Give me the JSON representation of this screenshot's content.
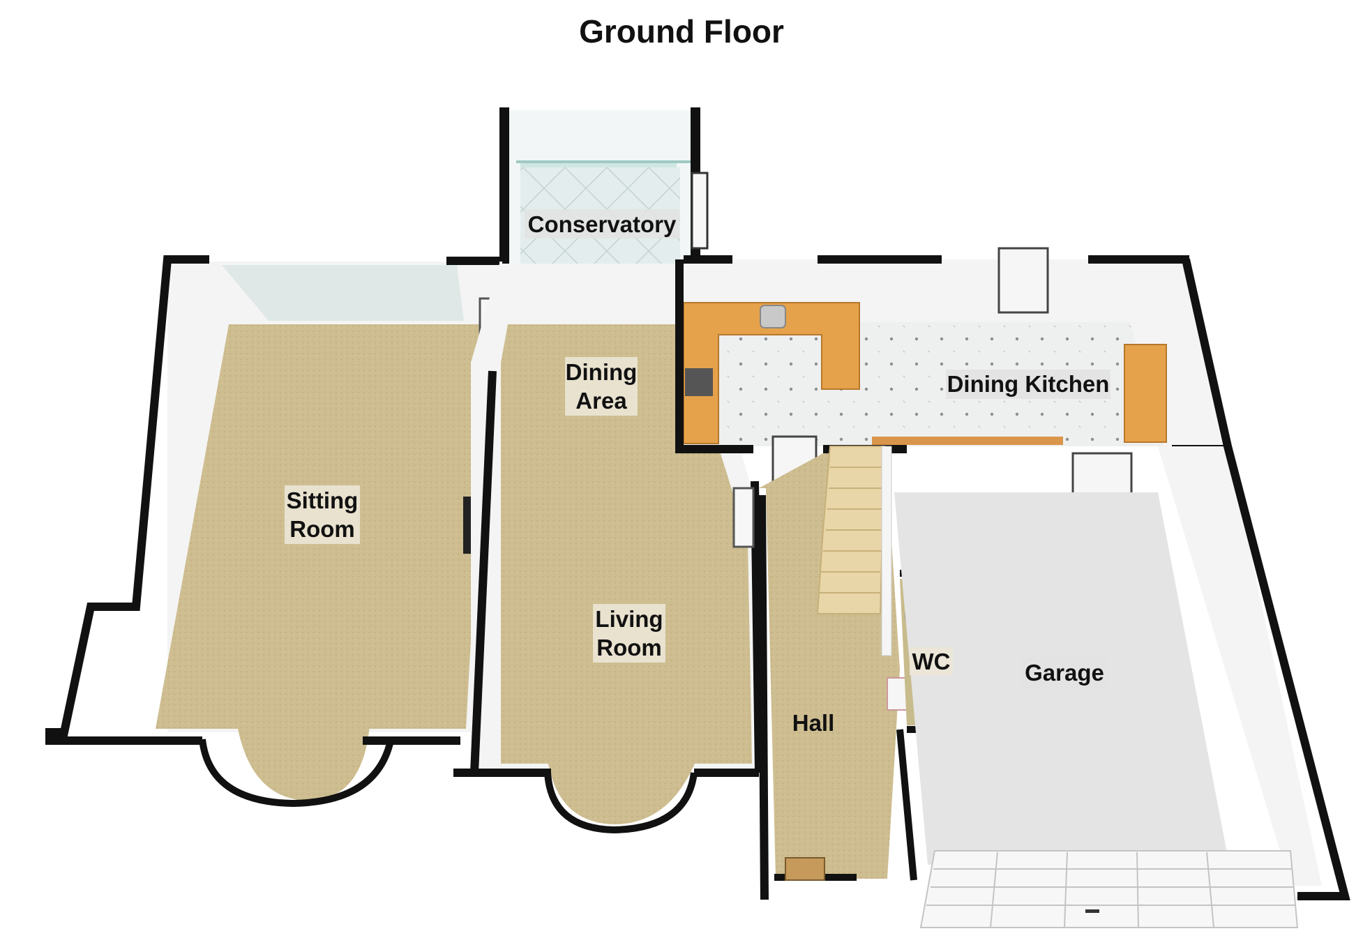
{
  "title": "Ground Floor",
  "colors": {
    "carpet": "#c9b98c",
    "wall": "#111111",
    "wall_face": "#f3f3f3",
    "tile": "#e9ecec",
    "garage_floor": "#e6e6e6",
    "worktop": "#e6a24a",
    "stairs": "#e8d6a8"
  },
  "rooms": [
    {
      "id": "conservatory",
      "lines": [
        "Conservatory"
      ]
    },
    {
      "id": "dining-area",
      "lines": [
        "Dining",
        "Area"
      ]
    },
    {
      "id": "dining-kitchen",
      "lines": [
        "Dining Kitchen"
      ]
    },
    {
      "id": "sitting-room",
      "lines": [
        "Sitting",
        "Room"
      ]
    },
    {
      "id": "living-room",
      "lines": [
        "Living",
        "Room"
      ]
    },
    {
      "id": "wc",
      "lines": [
        "WC"
      ]
    },
    {
      "id": "garage",
      "lines": [
        "Garage"
      ]
    },
    {
      "id": "hall",
      "lines": [
        "Hall"
      ]
    }
  ]
}
